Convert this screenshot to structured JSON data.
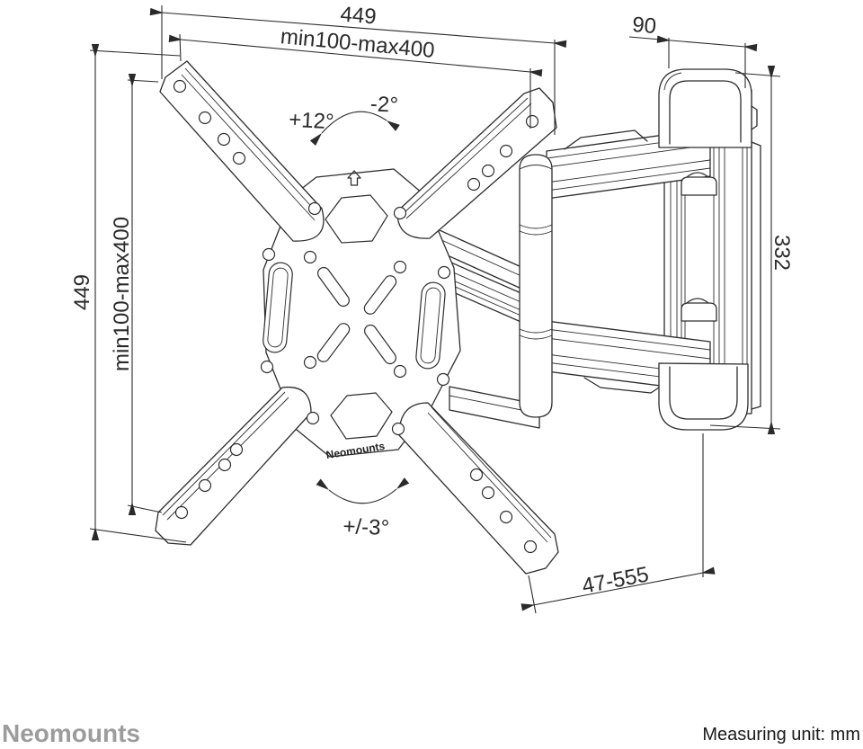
{
  "drawing": {
    "dimensions": {
      "top_width": "449",
      "top_vesa": "min100-max400",
      "left_height": "449",
      "left_vesa": "min100-max400",
      "bracket_width": "90",
      "wall_plate_height": "332",
      "extension_range": "47-555",
      "tilt_up": "+12°",
      "tilt_down": "-2°",
      "swivel": "+/-3°"
    },
    "plate_brand": "Neomounts"
  },
  "footer": {
    "brand_logo": "Neomounts",
    "measuring_unit": "Measuring unit: mm"
  },
  "colors": {
    "line": "#2d2d2d",
    "dimension_text": "#2a2a2a",
    "logo_gray": "#9c9c9c",
    "background": "#ffffff"
  }
}
